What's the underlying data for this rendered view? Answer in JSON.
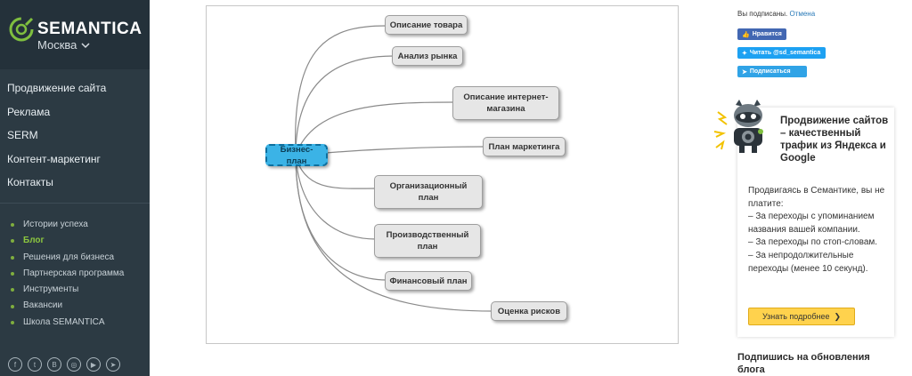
{
  "brand": {
    "name": "SEMANTICA",
    "city": "Москва"
  },
  "main_nav": [
    "Продвижение сайта",
    "Реклама",
    "SERM",
    "Контент-маркетинг",
    "Контакты"
  ],
  "sub_nav": [
    {
      "label": "Истории успеха",
      "active": false
    },
    {
      "label": "Блог",
      "active": true
    },
    {
      "label": "Решения для бизнеса",
      "active": false
    },
    {
      "label": "Партнерская программа",
      "active": false
    },
    {
      "label": "Инструменты",
      "active": false
    },
    {
      "label": "Вакансии",
      "active": false
    },
    {
      "label": "Школа SEMANTICA",
      "active": false
    }
  ],
  "social_icons": [
    "facebook-icon",
    "twitter-icon",
    "vk-icon",
    "instagram-icon",
    "youtube-icon",
    "telegram-icon"
  ],
  "mindmap": {
    "center": "Бизнес-план",
    "nodes": [
      "Описание товара",
      "Анализ рынка",
      "Описание интернет-магазина",
      "План маркетинга",
      "Организационный план",
      "Производственный план",
      "Финансовый план",
      "Оценка рисков"
    ]
  },
  "subscription": {
    "status": "Вы подписаны.",
    "cancel": "Отмена",
    "facebook": "Нравится",
    "twitter": "Читать @sd_semantica",
    "telegram": "Подписаться"
  },
  "promo": {
    "title": "Продвижение сайтов – качественный трафик из Яндекса и Google",
    "body": "Продвигаясь в Семантике, вы не платите:\n– За переходы с упоминанием названия вашей компании.\n– За переходы по стоп-словам.\n– За непродолжительные переходы (менее 10 секунд).",
    "button": "Узнать подробнее"
  },
  "newsletter_heading": "Подпишись на обновления блога",
  "colors": {
    "sidebar": "#2c3a43",
    "accent_green": "#8cc63f",
    "center_node": "#3bb3e6",
    "promo_button": "#ffd24d"
  }
}
